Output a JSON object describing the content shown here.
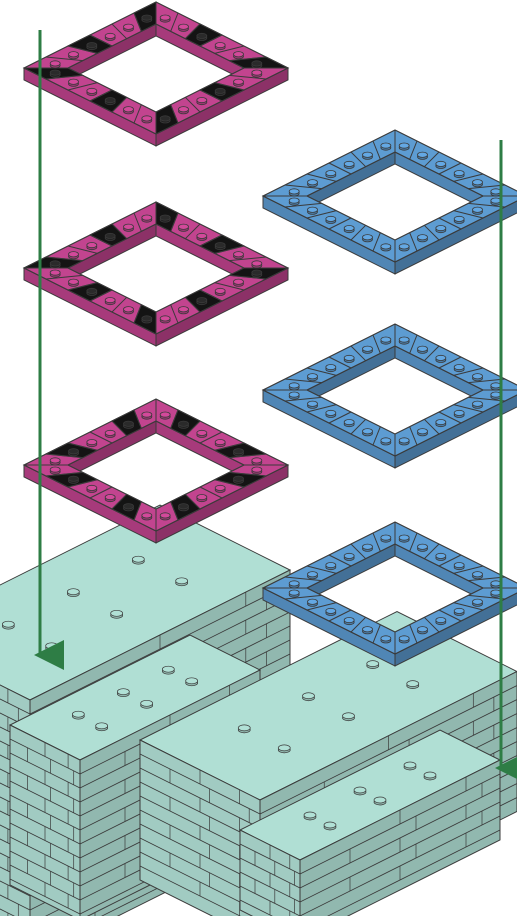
{
  "colors": {
    "background": "#ffffff",
    "magenta": "#c2448f",
    "black_brick": "#141414",
    "blue": "#5d9cd2",
    "mint": "#a9d6cc",
    "outline": "#3a3a3a",
    "arrow": "#2e7d45"
  },
  "layers": [
    {
      "id": "pink-layer-1",
      "color": "magenta",
      "with_black_bricks": true
    },
    {
      "id": "pink-layer-2",
      "color": "magenta",
      "with_black_bricks": true
    },
    {
      "id": "pink-layer-3",
      "color": "magenta",
      "with_black_bricks": true
    },
    {
      "id": "blue-layer-1",
      "color": "blue",
      "with_black_bricks": false
    },
    {
      "id": "blue-layer-2",
      "color": "blue",
      "with_black_bricks": false
    },
    {
      "id": "blue-layer-3",
      "color": "blue",
      "with_black_bricks": false
    }
  ],
  "base": {
    "color": "mint",
    "description_shown": false
  },
  "arrows": [
    {
      "id": "left-placement-arrow",
      "target": "base-left-tower"
    },
    {
      "id": "right-placement-arrow",
      "target": "base-right-tower"
    }
  ]
}
